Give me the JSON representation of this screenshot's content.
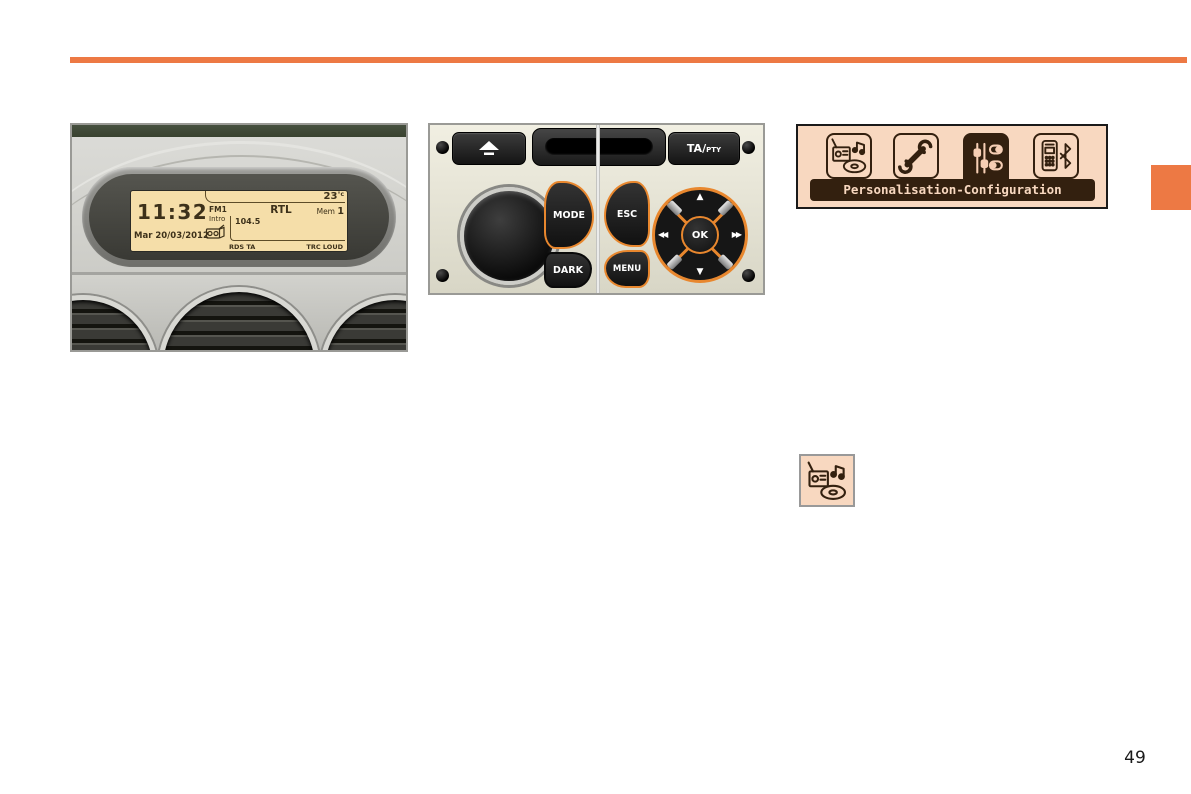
{
  "page": {
    "number": "49"
  },
  "colors": {
    "accent_orange": "#ED7944",
    "button_highlight_orange": "#E8872E",
    "screen_amber": "#F5DEA9",
    "menu_background_peach": "#F8D8C0",
    "menu_dark_brown": "#33200F"
  },
  "display": {
    "time": "11:32",
    "date": "Mar 20/03/2012",
    "temperature": "23",
    "temperature_unit": "°c",
    "band": "FM1",
    "mode_label": "Intro",
    "station": "RTL",
    "frequency": "104.5",
    "memory_label": "Mem ",
    "memory_value": "1",
    "status_left": "RDS TA",
    "status_right": "TRC LOUD"
  },
  "panel": {
    "ta": "TA/",
    "pty": "PTY",
    "mode": "MODE",
    "dark": "DARK",
    "esc": "ESC",
    "menu": "MENU",
    "ok": "OK",
    "arrow_up": "▲",
    "arrow_down": "▼",
    "arrow_left": "◀◀",
    "arrow_right": "▶▶"
  },
  "menu": {
    "title": "Personalisation-Configuration",
    "icons": [
      {
        "name": "audio-functions-icon",
        "selected": false
      },
      {
        "name": "vehicle-configuration-icon",
        "selected": false
      },
      {
        "name": "personalisation-configuration-icon",
        "selected": true
      },
      {
        "name": "telephone-functions-icon",
        "selected": false
      }
    ]
  }
}
